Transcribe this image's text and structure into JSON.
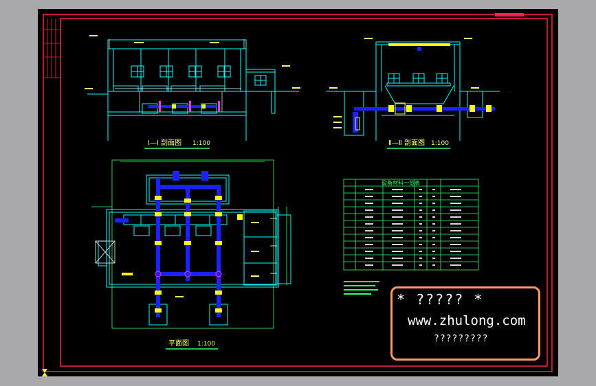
{
  "titles": {
    "section1": "Ⅰ—Ⅰ 剖面图",
    "section1_scale": "1:100",
    "section2": "Ⅱ—Ⅱ 剖面图",
    "section2_scale": "1:100",
    "plan": "平面图",
    "plan_scale": "1:100",
    "table": "设备材料一览表"
  },
  "watermark": {
    "line1": "* ????? *",
    "line2": "www.zhulong.com",
    "line3": "?????????"
  },
  "colors": {
    "frame": "#ff2244",
    "structure": "#00ffff",
    "pipe": "#1a22ff",
    "valve": "#ffff00",
    "text": "#ffff66",
    "table": "#33ff66",
    "background": "#000000"
  }
}
